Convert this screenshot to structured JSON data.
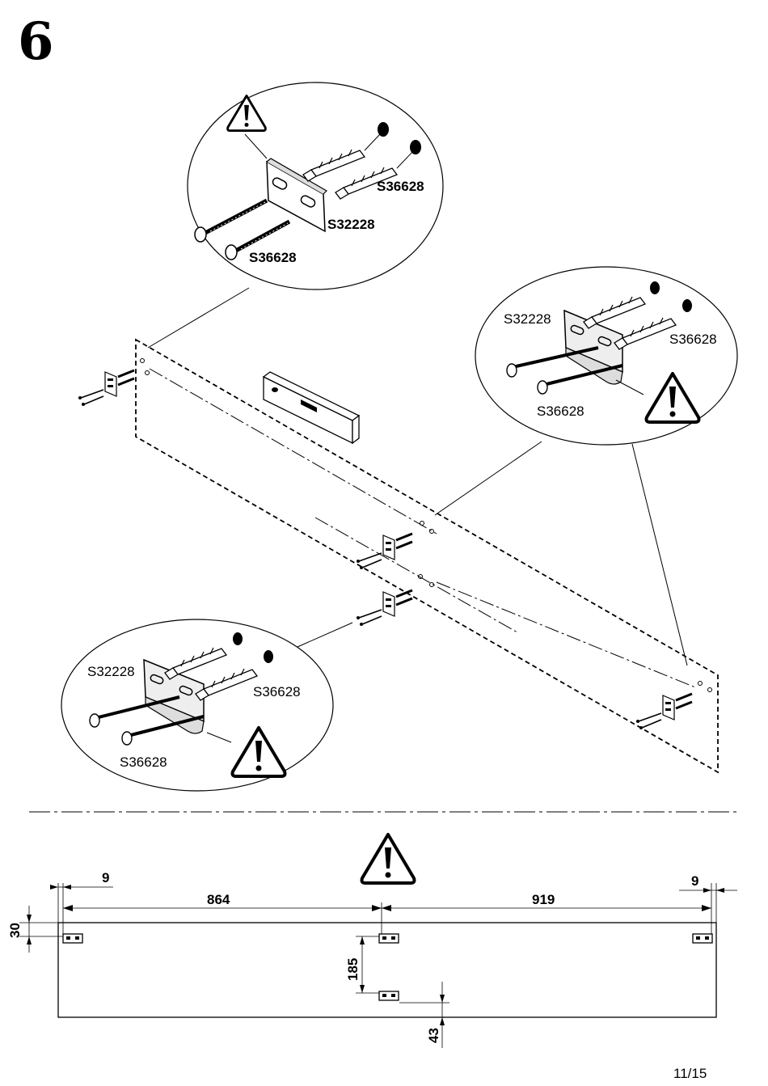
{
  "step": {
    "number": "6"
  },
  "page": {
    "number": "11/15"
  },
  "callouts": {
    "top": {
      "part_anchor": "S36628",
      "part_bracket": "S32228",
      "part_screw": "S36628"
    },
    "right": {
      "part_bracket": "S32228",
      "part_anchor": "S36628",
      "part_screw": "S36628"
    },
    "left": {
      "part_bracket": "S32228",
      "part_anchor": "S36628",
      "part_screw": "S36628"
    }
  },
  "icons": [
    "warning-icon",
    "spirit-level-icon",
    "wall-bracket-icon",
    "screw-icon",
    "wall-plug-icon"
  ],
  "dimensions": {
    "left_margin": "9",
    "left_span": "864",
    "right_span": "919",
    "right_margin": "9",
    "top_offset": "30",
    "vertical_gap": "185",
    "bottom_offset": "43"
  }
}
